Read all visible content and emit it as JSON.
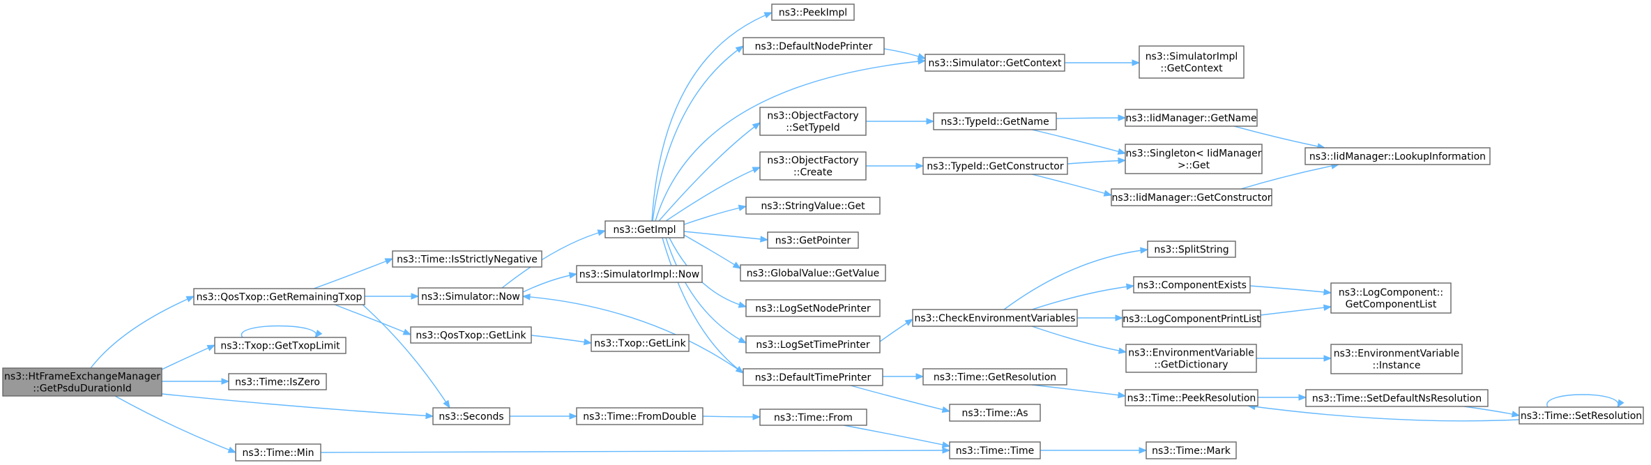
{
  "nodes": [
    {
      "id": "root",
      "lines": [
        "ns3::HtFrameExchangeManager",
        "::GetPsduDurationId"
      ],
      "root": true
    },
    {
      "id": "qos_remaining",
      "lines": [
        "ns3::QosTxop::GetRemainingTxop"
      ]
    },
    {
      "id": "txop_limit",
      "lines": [
        "ns3::Txop::GetTxopLimit"
      ]
    },
    {
      "id": "iszero",
      "lines": [
        "ns3::Time::IsZero"
      ]
    },
    {
      "id": "min",
      "lines": [
        "ns3::Time::Min"
      ]
    },
    {
      "id": "strictneg",
      "lines": [
        "ns3::Time::IsStrictlyNegative"
      ]
    },
    {
      "id": "sim_now",
      "lines": [
        "ns3::Simulator::Now"
      ]
    },
    {
      "id": "qos_getlink",
      "lines": [
        "ns3::QosTxop::GetLink"
      ]
    },
    {
      "id": "seconds",
      "lines": [
        "ns3::Seconds"
      ]
    },
    {
      "id": "getimpl",
      "lines": [
        "ns3::GetImpl"
      ]
    },
    {
      "id": "simimpl_now",
      "lines": [
        "ns3::SimulatorImpl::Now"
      ]
    },
    {
      "id": "txop_getlink",
      "lines": [
        "ns3::Txop::GetLink"
      ]
    },
    {
      "id": "fromdouble",
      "lines": [
        "ns3::Time::FromDouble"
      ]
    },
    {
      "id": "peekimpl",
      "lines": [
        "ns3::PeekImpl"
      ]
    },
    {
      "id": "defnodeprinter",
      "lines": [
        "ns3::DefaultNodePrinter"
      ]
    },
    {
      "id": "of_settypeid",
      "lines": [
        "ns3::ObjectFactory",
        "::SetTypeId"
      ]
    },
    {
      "id": "of_create",
      "lines": [
        "ns3::ObjectFactory",
        "::Create"
      ]
    },
    {
      "id": "stringvalue_get",
      "lines": [
        "ns3::StringValue::Get"
      ]
    },
    {
      "id": "getpointer",
      "lines": [
        "ns3::GetPointer"
      ]
    },
    {
      "id": "globalvalue_get",
      "lines": [
        "ns3::GlobalValue::GetValue"
      ]
    },
    {
      "id": "logsetnode",
      "lines": [
        "ns3::LogSetNodePrinter"
      ]
    },
    {
      "id": "logsettime",
      "lines": [
        "ns3::LogSetTimePrinter"
      ]
    },
    {
      "id": "deftimeprinter",
      "lines": [
        "ns3::DefaultTimePrinter"
      ]
    },
    {
      "id": "time_from",
      "lines": [
        "ns3::Time::From"
      ]
    },
    {
      "id": "sim_getcontext",
      "lines": [
        "ns3::Simulator::GetContext"
      ]
    },
    {
      "id": "typeid_getname",
      "lines": [
        "ns3::TypeId::GetName"
      ]
    },
    {
      "id": "typeid_getctor",
      "lines": [
        "ns3::TypeId::GetConstructor"
      ]
    },
    {
      "id": "checkenv",
      "lines": [
        "ns3::CheckEnvironmentVariables"
      ]
    },
    {
      "id": "time_getres",
      "lines": [
        "ns3::Time::GetResolution"
      ]
    },
    {
      "id": "time_as",
      "lines": [
        "ns3::Time::As"
      ]
    },
    {
      "id": "time_time",
      "lines": [
        "ns3::Time::Time"
      ]
    },
    {
      "id": "simimpl_getcontext",
      "lines": [
        "ns3::SimulatorImpl",
        "::GetContext"
      ]
    },
    {
      "id": "iid_getname",
      "lines": [
        "ns3::IidManager::GetName"
      ]
    },
    {
      "id": "singleton_get",
      "lines": [
        "ns3::Singleton< IidManager",
        ">::Get"
      ]
    },
    {
      "id": "iid_getctor",
      "lines": [
        "ns3::IidManager::GetConstructor"
      ]
    },
    {
      "id": "splitstring",
      "lines": [
        "ns3::SplitString"
      ]
    },
    {
      "id": "compexists",
      "lines": [
        "ns3::ComponentExists"
      ]
    },
    {
      "id": "logcompprint",
      "lines": [
        "ns3::LogComponentPrintList"
      ]
    },
    {
      "id": "envvar_getdict",
      "lines": [
        "ns3::EnvironmentVariable",
        "::GetDictionary"
      ]
    },
    {
      "id": "peekres",
      "lines": [
        "ns3::Time::PeekResolution"
      ]
    },
    {
      "id": "time_mark",
      "lines": [
        "ns3::Time::Mark"
      ]
    },
    {
      "id": "iid_lookup",
      "lines": [
        "ns3::IidManager::LookupInformation"
      ]
    },
    {
      "id": "logcomp_getlist",
      "lines": [
        "ns3::LogComponent::",
        "GetComponentList"
      ]
    },
    {
      "id": "envvar_instance",
      "lines": [
        "ns3::EnvironmentVariable",
        "::Instance"
      ]
    },
    {
      "id": "setdefaultns",
      "lines": [
        "ns3::Time::SetDefaultNsResolution"
      ]
    },
    {
      "id": "setres",
      "lines": [
        "ns3::Time::SetResolution"
      ]
    }
  ],
  "edges": [
    [
      "root",
      "qos_remaining"
    ],
    [
      "root",
      "txop_limit"
    ],
    [
      "root",
      "iszero"
    ],
    [
      "root",
      "seconds"
    ],
    [
      "root",
      "min"
    ],
    [
      "qos_remaining",
      "strictneg"
    ],
    [
      "qos_remaining",
      "sim_now"
    ],
    [
      "qos_remaining",
      "qos_getlink"
    ],
    [
      "qos_remaining",
      "seconds"
    ],
    [
      "txop_limit",
      "txop_limit"
    ],
    [
      "min",
      "time_time"
    ],
    [
      "sim_now",
      "getimpl"
    ],
    [
      "sim_now",
      "simimpl_now"
    ],
    [
      "qos_getlink",
      "txop_getlink"
    ],
    [
      "seconds",
      "fromdouble"
    ],
    [
      "fromdouble",
      "time_from"
    ],
    [
      "time_from",
      "time_time"
    ],
    [
      "time_time",
      "time_mark"
    ],
    [
      "getimpl",
      "peekimpl"
    ],
    [
      "getimpl",
      "defnodeprinter"
    ],
    [
      "getimpl",
      "sim_getcontext"
    ],
    [
      "getimpl",
      "of_settypeid"
    ],
    [
      "getimpl",
      "of_create"
    ],
    [
      "getimpl",
      "stringvalue_get"
    ],
    [
      "getimpl",
      "getpointer"
    ],
    [
      "getimpl",
      "globalvalue_get"
    ],
    [
      "getimpl",
      "logsetnode"
    ],
    [
      "getimpl",
      "logsettime"
    ],
    [
      "getimpl",
      "deftimeprinter"
    ],
    [
      "defnodeprinter",
      "sim_getcontext"
    ],
    [
      "sim_getcontext",
      "simimpl_getcontext"
    ],
    [
      "of_settypeid",
      "typeid_getname"
    ],
    [
      "of_create",
      "typeid_getctor"
    ],
    [
      "typeid_getname",
      "iid_getname"
    ],
    [
      "typeid_getname",
      "singleton_get"
    ],
    [
      "typeid_getctor",
      "singleton_get"
    ],
    [
      "typeid_getctor",
      "iid_getctor"
    ],
    [
      "iid_getname",
      "iid_lookup"
    ],
    [
      "iid_getctor",
      "iid_lookup"
    ],
    [
      "logsettime",
      "checkenv"
    ],
    [
      "deftimeprinter",
      "sim_now"
    ],
    [
      "deftimeprinter",
      "time_getres"
    ],
    [
      "deftimeprinter",
      "time_as"
    ],
    [
      "checkenv",
      "splitstring"
    ],
    [
      "checkenv",
      "compexists"
    ],
    [
      "checkenv",
      "logcompprint"
    ],
    [
      "checkenv",
      "envvar_getdict"
    ],
    [
      "compexists",
      "logcomp_getlist"
    ],
    [
      "logcompprint",
      "logcomp_getlist"
    ],
    [
      "envvar_getdict",
      "envvar_instance"
    ],
    [
      "time_getres",
      "peekres"
    ],
    [
      "peekres",
      "setdefaultns"
    ],
    [
      "setdefaultns",
      "setres"
    ],
    [
      "setres",
      "peekres"
    ],
    [
      "setres",
      "setres"
    ]
  ],
  "colors": {
    "edge": "#63b8ff",
    "node_border": "#666666",
    "root_fill": "#999999",
    "node_fill": "#ffffff"
  }
}
